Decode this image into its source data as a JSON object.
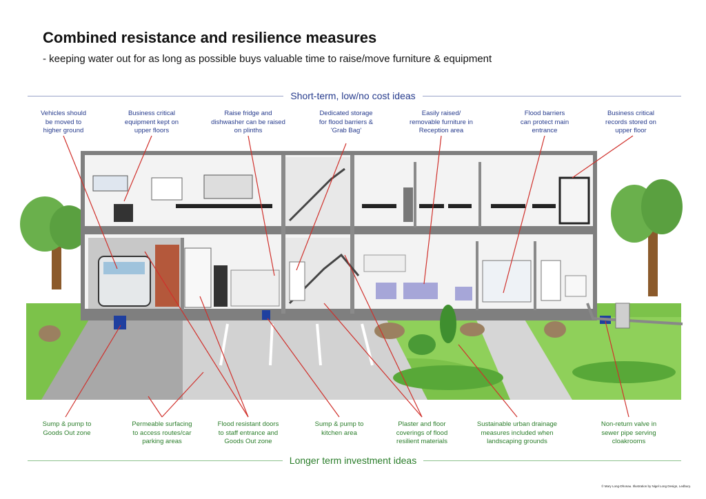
{
  "title": "Combined resistance and resilience measures",
  "subtitle": "- keeping water out for as long as possible buys valuable time to raise/move furniture & equipment",
  "short_term_heading": "Short-term, low/no cost ideas",
  "long_term_heading": "Longer term investment ideas",
  "colors": {
    "top_text": "#253a8c",
    "bottom_text": "#2a7d2a",
    "rule_top": "#9aa3c8",
    "rule_bottom": "#8cc08c",
    "leader_line": "#d0302b",
    "lawn": "#7cc24a",
    "wall": "#7f7f7f"
  },
  "short_term": [
    {
      "id": "vehicles",
      "lines": [
        "Vehicles should",
        "be moved to",
        "higher ground"
      ]
    },
    {
      "id": "equipment",
      "lines": [
        "Business critical",
        "equipment kept on",
        "upper floors"
      ]
    },
    {
      "id": "fridge",
      "lines": [
        "Raise fridge and",
        "dishwasher can be raised",
        "on plinths"
      ]
    },
    {
      "id": "storage",
      "lines": [
        "Dedicated storage",
        "for flood barriers &",
        "'Grab Bag'"
      ]
    },
    {
      "id": "furniture",
      "lines": [
        "Easily raised/",
        "removable furniture in",
        "Reception area"
      ]
    },
    {
      "id": "barriers",
      "lines": [
        "Flood barriers",
        "can protect main",
        "entrance"
      ]
    },
    {
      "id": "records",
      "lines": [
        "Business critical",
        "records stored on",
        "upper floor"
      ]
    }
  ],
  "long_term": [
    {
      "id": "sump_goods",
      "lines": [
        "Sump & pump to",
        "Goods Out zone"
      ]
    },
    {
      "id": "permeable",
      "lines": [
        "Permeable surfacing",
        "to access routes/car",
        "parking areas"
      ]
    },
    {
      "id": "doors",
      "lines": [
        "Flood resistant doors",
        "to staff entrance and",
        "Goods Out zone"
      ]
    },
    {
      "id": "sump_kitchen",
      "lines": [
        "Sump & pump to",
        "kitchen area"
      ]
    },
    {
      "id": "plaster",
      "lines": [
        "Plaster and floor",
        "coverings of flood",
        "resilient materials"
      ]
    },
    {
      "id": "suds",
      "lines": [
        "Sustainable urban drainage",
        "measures included when",
        "landscaping grounds"
      ]
    },
    {
      "id": "valve",
      "lines": [
        "Non-return valve in",
        "sewer pipe serving",
        "cloakrooms"
      ]
    }
  ],
  "credit": "© Mary Long-Dhonau. Illustration by Nigel Long Design, Ledbury."
}
